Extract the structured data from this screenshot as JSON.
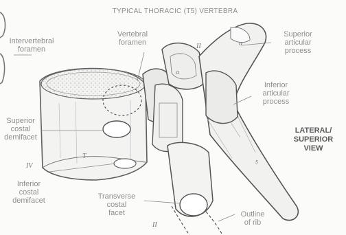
{
  "title": "TYPICAL THORACIC (T5) VERTEBRA",
  "view_label": [
    "LATERAL/",
    "SUPERIOR",
    "VIEW"
  ],
  "labels": {
    "intervertebral_foramen": [
      "Intervertebral",
      "foramen"
    ],
    "vertebral_foramen": [
      "Vertebral",
      "foramen"
    ],
    "superior_articular_process": [
      "Superior",
      "articular",
      "process"
    ],
    "inferior_articular_process": [
      "Inferior",
      "articular",
      "process"
    ],
    "superior_costal_demifacet": [
      "Superior",
      "costal",
      "demifacet"
    ],
    "inferior_costal_demifacet": [
      "Inferior",
      "costal",
      "demifacet"
    ],
    "transverse_costal_facet": [
      "Transverse",
      "costal",
      "facet"
    ],
    "outline_of_rib": [
      "Outline",
      "of rib"
    ]
  },
  "part_marks": {
    "body_t": "T",
    "roman_iv": "IV",
    "roman_ii_bottom": "II",
    "roman_ii_top": "II",
    "upper_a": "a",
    "pedicle_a": "a",
    "spinous_s": "s"
  },
  "colors": {
    "ink": "#6f6f6f",
    "label": "#8f8f8f",
    "background": "#fbfbfa"
  }
}
